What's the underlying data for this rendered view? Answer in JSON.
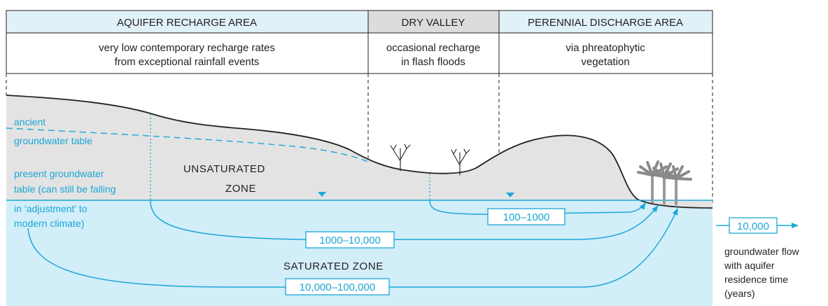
{
  "headers": {
    "recharge_area": "AQUIFER RECHARGE AREA",
    "dry_valley": "DRY VALLEY",
    "discharge_area": "PERENNIAL DISCHARGE AREA"
  },
  "descriptions": {
    "recharge_line1": "very low contemporary recharge rates",
    "recharge_line2": "from exceptional rainfall events",
    "dry_valley_line1": "occasional recharge",
    "dry_valley_line2": "in flash floods",
    "discharge_line1": "via phreatophytic",
    "discharge_line2": "vegetation"
  },
  "zones": {
    "unsaturated_line1": "UNSATURATED",
    "unsaturated_line2": "ZONE",
    "saturated": "SATURATED ZONE"
  },
  "side_labels": {
    "ancient_line1": "ancient",
    "ancient_line2": "groundwater table",
    "present_line1": "present groundwater",
    "present_line2": "table (can still be falling",
    "present_line3": "in ‘adjustment’ to",
    "present_line4": "modern climate)"
  },
  "residence_times": {
    "short": "100–1000",
    "medium": "1000–10,000",
    "long": "10,000–100,000"
  },
  "legend": {
    "box_value": "10,000",
    "line1": "groundwater flow",
    "line2": "with aquifer",
    "line3": "residence time",
    "line4": "(years)"
  },
  "colors": {
    "water": "#d2eef9",
    "water_line": "#1ba7d6",
    "ground": "#e3e3e3",
    "header_bg": "#e1f1f8",
    "header_bg_mid": "#dcdcdc",
    "ink": "#231f20"
  }
}
